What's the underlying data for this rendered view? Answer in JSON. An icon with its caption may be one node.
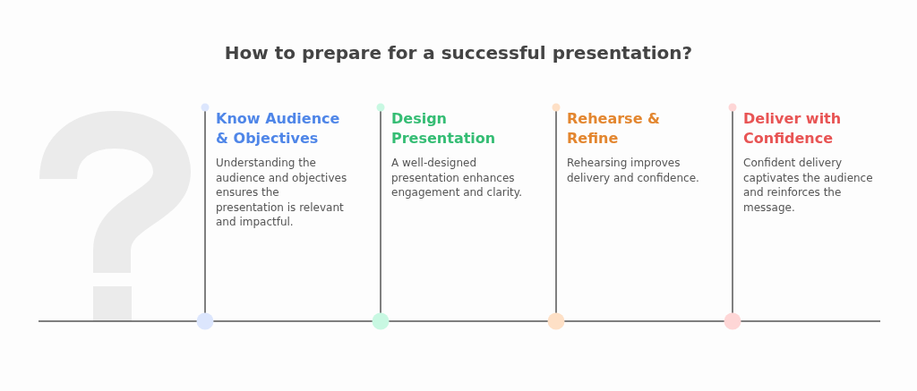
{
  "diagram": {
    "title": "How to prepare for a successful presentation?",
    "nodes": [
      {
        "text": [
          "Know Audience & Objectives",
          "Understanding the audience and objectives ensures the presentation is relevant and impactful."
        ]
      },
      {
        "text": [
          "Design Presentation",
          "A well-designed presentation enhances engagement and clarity."
        ]
      },
      {
        "text": [
          "Rehearse & Refine",
          "Rehearsing improves delivery and confidence."
        ]
      },
      {
        "text": [
          "Deliver with Confidence",
          "Confident delivery captivates the audience and reinforces the message."
        ]
      }
    ],
    "edges": [
      {
        "from": null,
        "to": 0,
        "arrow": "none"
      },
      {
        "from": 0,
        "to": 1,
        "arrow": "none"
      },
      {
        "from": 1,
        "to": 2,
        "arrow": "none"
      },
      {
        "from": 2,
        "to": 3,
        "arrow": "none"
      },
      {
        "from": 3,
        "to": null,
        "arrow": "none"
      }
    ]
  }
}
